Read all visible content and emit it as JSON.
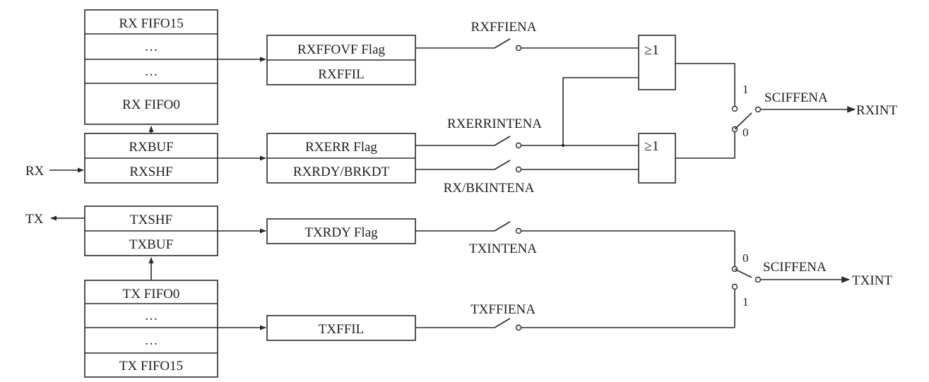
{
  "rx_fifo": {
    "top": "RX FIFO15",
    "ellipsis_1": "…",
    "ellipsis_2": "…",
    "bottom": "RX FIFO0"
  },
  "rx_buffer": {
    "buf": "RXBUF",
    "shf": "RXSHF"
  },
  "tx_buffer": {
    "shf": "TXSHF",
    "buf": "TXBUF"
  },
  "tx_fifo": {
    "top": "TX FIFO0",
    "ellipsis_1": "…",
    "ellipsis_2": "…",
    "bottom": "TX FIFO15"
  },
  "flags": {
    "rxffovf": "RXFFOVF Flag",
    "rxffil": "RXFFIL",
    "rxerr": "RXERR Flag",
    "rxrdy": "RXRDY/BRKDT",
    "txrdy": "TXRDY Flag",
    "txffil": "TXFFIL"
  },
  "switches": {
    "rxffiena": "RXFFIENA",
    "rxerrintena": "RXERRINTENA",
    "rxbkintena": "RX/BKINTENA",
    "txintena": "TXINTENA",
    "txffiena": "TXFFIENA"
  },
  "gates": {
    "or_top": "≥1",
    "or_bottom": "≥1"
  },
  "mux": {
    "rx_select_label": "SCIFFENA",
    "rx_pos_1": "1",
    "rx_pos_0": "0",
    "tx_select_label": "SCIFFENA",
    "tx_pos_0": "0",
    "tx_pos_1": "1"
  },
  "io": {
    "rx_in": "RX",
    "tx_out": "TX",
    "rx_int": "RXINT",
    "tx_int": "TXINT"
  }
}
